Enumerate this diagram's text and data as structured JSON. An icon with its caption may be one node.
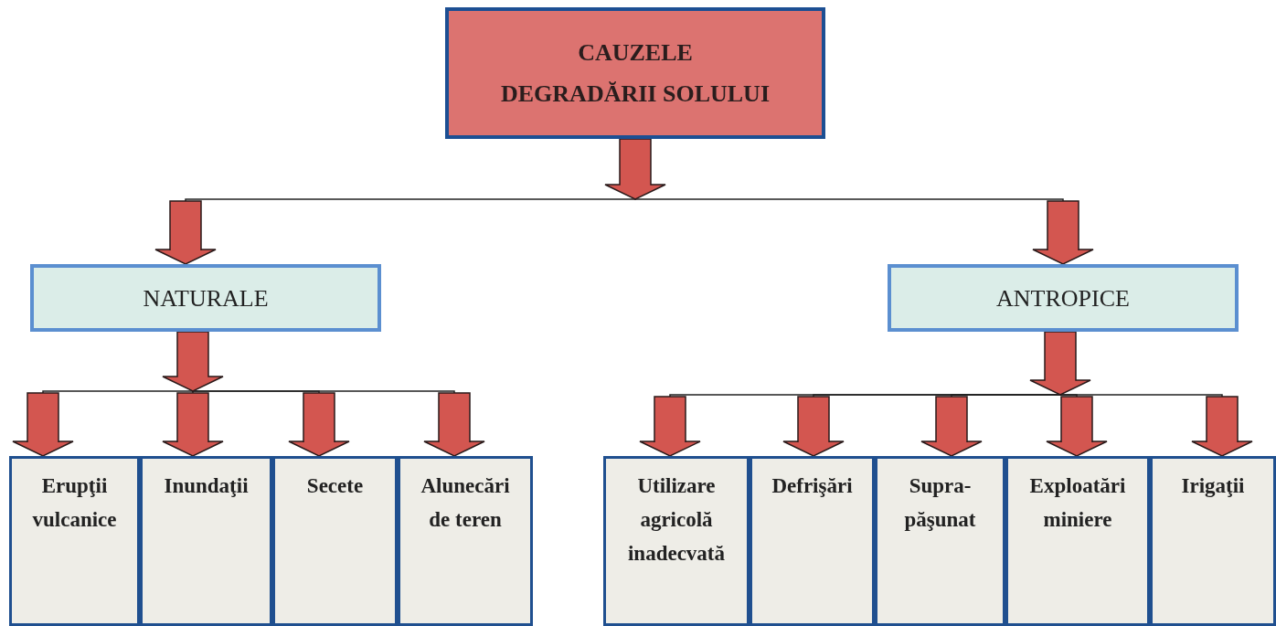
{
  "diagram": {
    "nodes": [
      {
        "text": [
          "CAUZELE DEGRADĂRII SOLULUI"
        ]
      },
      {
        "text": [
          "NATURALE"
        ]
      },
      {
        "text": [
          "ANTROPICE"
        ]
      },
      {
        "text": [
          "Erupţii vulcanice"
        ]
      },
      {
        "text": [
          "Inundaţii"
        ]
      },
      {
        "text": [
          "Secete"
        ]
      },
      {
        "text": [
          "Alunecări de teren"
        ]
      },
      {
        "text": [
          "Utilizare agricolă inadecvată"
        ]
      },
      {
        "text": [
          "Defrişări"
        ]
      },
      {
        "text": [
          "Supra-păşunat"
        ]
      },
      {
        "text": [
          "Exploatări miniere"
        ]
      },
      {
        "text": [
          "Irigaţii"
        ]
      }
    ],
    "edges": [
      {
        "from": 0,
        "to": 1,
        "arrow": "to"
      },
      {
        "from": 0,
        "to": 2,
        "arrow": "to"
      },
      {
        "from": 1,
        "to": 3,
        "arrow": "to"
      },
      {
        "from": 1,
        "to": 4,
        "arrow": "to"
      },
      {
        "from": 1,
        "to": 5,
        "arrow": "to"
      },
      {
        "from": 1,
        "to": 6,
        "arrow": "to"
      },
      {
        "from": 2,
        "to": 7,
        "arrow": "to"
      },
      {
        "from": 2,
        "to": 8,
        "arrow": "to"
      },
      {
        "from": 2,
        "to": 9,
        "arrow": "to"
      },
      {
        "from": 2,
        "to": 10,
        "arrow": "to"
      },
      {
        "from": 2,
        "to": 11,
        "arrow": "to"
      }
    ]
  }
}
